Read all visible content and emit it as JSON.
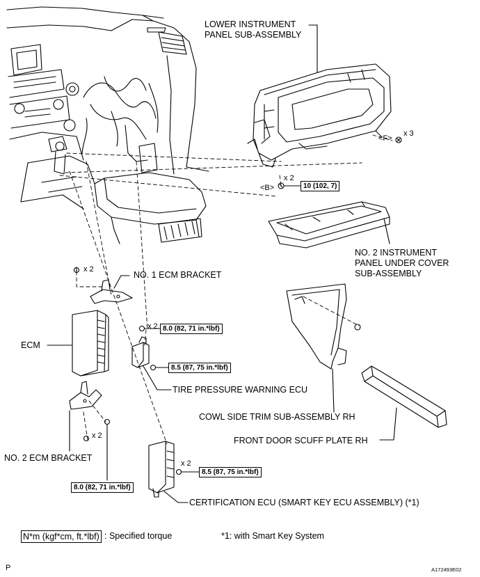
{
  "labels": {
    "lower_panel": "LOWER INSTRUMENT\nPANEL SUB-ASSEMBLY",
    "no2_under_cover": "NO. 2 INSTRUMENT\nPANEL UNDER COVER\nSUB-ASSEMBLY",
    "no1_ecm_bracket": "NO. 1 ECM BRACKET",
    "ecm": "ECM",
    "tire_pressure_ecu": "TIRE PRESSURE WARNING ECU",
    "cowl_side_trim": "COWL SIDE TRIM SUB-ASSEMBLY RH",
    "front_door_scuff": "FRONT DOOR SCUFF PLATE RH",
    "no2_ecm_bracket": "NO. 2 ECM BRACKET",
    "certification_ecu": "CERTIFICATION ECU (SMART KEY ECU ASSEMBLY) (*1)"
  },
  "fastener_marks": {
    "F": "<F>",
    "B": "<B>",
    "x3": "x 3",
    "x2_b": "x 2",
    "x2_bracket": "x 2",
    "x2_ecm": "x 2",
    "x2_no2": "x 2",
    "x2_cert": "x 2"
  },
  "torques": {
    "b_bolt": "10 (102, 7)",
    "ecm_nut": "8.0 (82, 71 in.*lbf)",
    "tire_ecu": "8.5 (87, 75 in.*lbf)",
    "no2_bracket": "8.0 (82, 71 in.*lbf)",
    "cert_ecu": "8.5 (87, 75 in.*lbf)"
  },
  "legend": {
    "torque_unit": "N*m (kgf*cm, ft.*lbf)",
    "torque_desc": ": Specified torque",
    "note": "*1: with Smart Key System"
  },
  "footer": {
    "left_mark": "P",
    "figure_id": "A172493E02"
  }
}
